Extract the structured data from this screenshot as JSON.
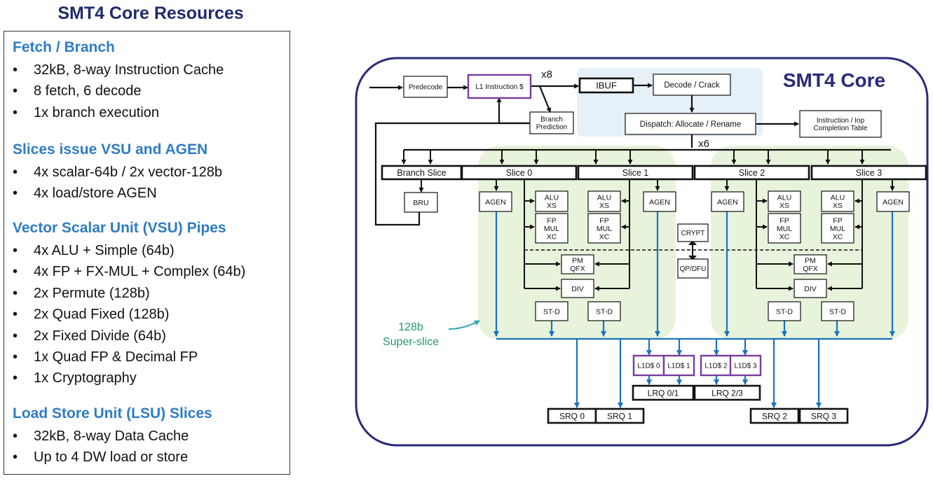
{
  "left_panel": {
    "title": "SMT4 Core Resources",
    "sections": [
      {
        "heading": "Fetch / Branch",
        "items": [
          "32kB, 8-way Instruction Cache",
          "8 fetch, 6 decode",
          "1x branch execution"
        ]
      },
      {
        "heading": "Slices issue VSU and AGEN",
        "items": [
          "4x scalar-64b / 2x vector-128b",
          "4x load/store AGEN"
        ]
      },
      {
        "heading": "Vector Scalar Unit (VSU) Pipes",
        "items": [
          "4x ALU + Simple (64b)",
          "4x FP + FX-MUL + Complex (64b)",
          "2x Permute (128b)",
          "2x Quad Fixed (128b)",
          "2x Fixed Divide (64b)",
          "1x Quad FP & Decimal FP",
          "1x Cryptography"
        ]
      },
      {
        "heading": "Load Store Unit (LSU) Slices",
        "items": [
          "32kB, 8-way Data Cache",
          "Up to 4 DW load or store"
        ]
      }
    ]
  },
  "diagram": {
    "title": "SMT4 Core",
    "predecode": "Predecode",
    "l1_icache": "L1 Instruction $",
    "fetch_width": "x8",
    "ibuf": "IBUF",
    "decode": "Decode / Crack",
    "branch_pred": [
      "Branch",
      "Prediction"
    ],
    "dispatch": "Dispatch: Allocate / Rename",
    "completion": [
      "Instruction / Iop",
      "Completion Table"
    ],
    "dispatch_width": "x6",
    "branch_slice": "Branch Slice",
    "bru": "BRU",
    "slices": [
      "Slice 0",
      "Slice 1",
      "Slice 2",
      "Slice 3"
    ],
    "agen": "AGEN",
    "alu": [
      "ALU",
      "XS"
    ],
    "fp": [
      "FP",
      "MUL",
      "XC"
    ],
    "pm": [
      "PM",
      "QFX"
    ],
    "div": "DIV",
    "std": "ST-D",
    "crypt": "CRYPT",
    "qpdfu": "QP/DFU",
    "superslice": [
      "128b",
      "Super-slice"
    ],
    "l1d": [
      "L1D$ 0",
      "L1D$ 1",
      "L1D$ 2",
      "L1D$ 3"
    ],
    "lrq": [
      "LRQ 0/1",
      "LRQ 2/3"
    ],
    "srq": [
      "SRQ 0",
      "SRQ 1",
      "SRQ 2",
      "SRQ 3"
    ],
    "colors": {
      "outline": "#2a2a7a",
      "title": "#2a2a7a",
      "bus": "#1a72c0",
      "green_fill": "#e8f3dc",
      "blue_fill": "#e6f0f8",
      "purple": "#7a3aa0",
      "annot": "#1f9a6a"
    }
  }
}
